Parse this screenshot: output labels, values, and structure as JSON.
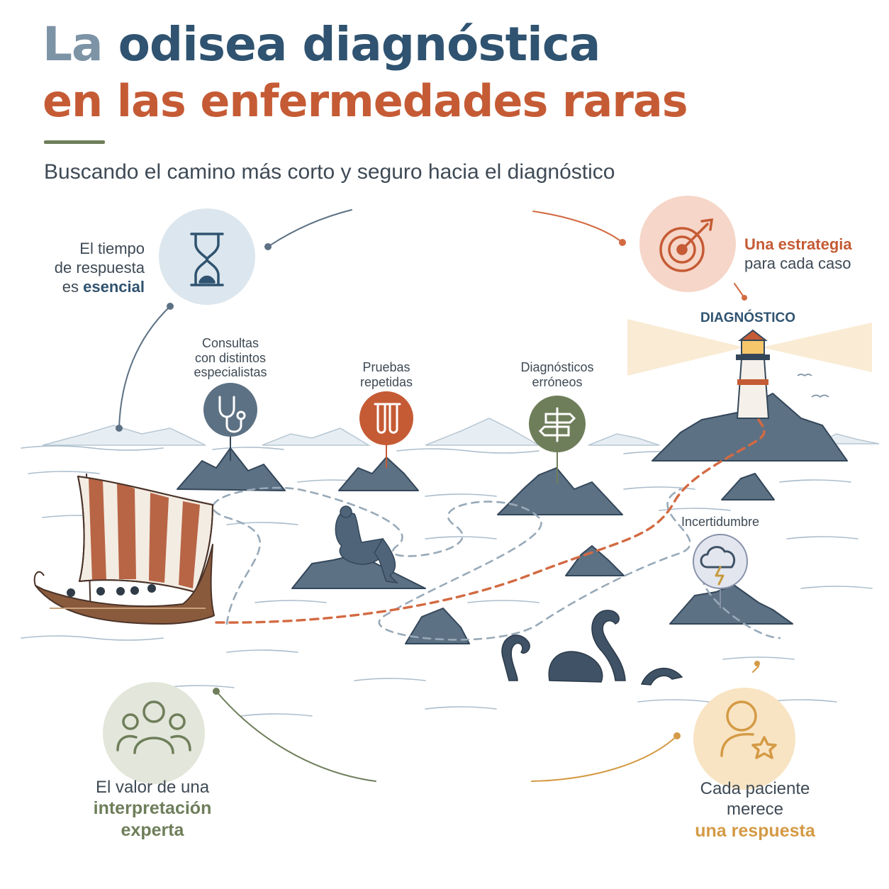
{
  "title": {
    "line1_first": "La",
    "line1_rest": "odisea diagnóstica",
    "line2": "en las enfermedades raras"
  },
  "subtitle": "Buscando el camino más corto y seguro hacia el diagnóstico",
  "callouts": {
    "time": {
      "line1": "El tiempo",
      "line2": "de respuesta",
      "line3_plain": "es ",
      "line3_bold": "esencial",
      "icon": "hourglass-icon"
    },
    "strategy": {
      "line1_bold": "Una estrategia",
      "line2": "para cada caso",
      "icon": "target-icon"
    },
    "expert": {
      "line1": "El valor de una",
      "line2_bold": "interpretación",
      "line3_bold": "experta",
      "icon": "group-icon"
    },
    "patient": {
      "line1": "Cada paciente",
      "line2": "merece",
      "line3_bold": "una respuesta",
      "icon": "user-star-icon"
    }
  },
  "obstacles": {
    "consultations": {
      "line1": "Consultas",
      "line2": "con distintos",
      "line3": "especialistas",
      "icon": "stethoscope-icon"
    },
    "tests": {
      "line1": "Pruebas",
      "line2": "repetidas",
      "icon": "test-tubes-icon"
    },
    "wrong": {
      "line1": "Diagnósticos",
      "line2": "erróneos",
      "icon": "signpost-icon"
    },
    "uncertainty": {
      "line1": "Incertidumbre",
      "icon": "storm-cloud-icon"
    }
  },
  "goal_label": "DIAGNÓSTICO",
  "colors": {
    "navy": "#2f5370",
    "rust": "#c55b35",
    "olive": "#6e7e5a",
    "ochre": "#d49a45",
    "text": "#3e4a55",
    "circle_blue": "#dce6ee",
    "circle_peach": "#f6d6c8",
    "circle_sage": "#e3e6da",
    "circle_cream": "#f8e4c3"
  }
}
